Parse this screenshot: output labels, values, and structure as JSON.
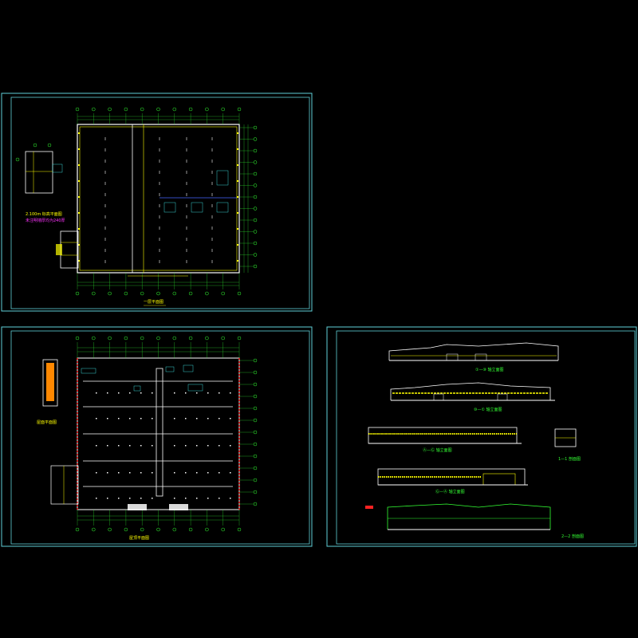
{
  "sheets": [
    {
      "id": "floor-plan-1",
      "drawings": [
        {
          "id": "main-plan",
          "caption": "一层平面图"
        },
        {
          "id": "side-plan",
          "caption": "2.100m 标高平面图"
        }
      ],
      "notes": [
        "未注明墙厚均为240厚"
      ]
    },
    {
      "id": "roof-plan",
      "drawings": [
        {
          "id": "main-roof",
          "caption": "屋顶平面图"
        },
        {
          "id": "side-roof",
          "caption": "屋面平面图"
        }
      ]
    },
    {
      "id": "elevations",
      "drawings": [
        {
          "id": "elev-1",
          "caption": "①—⑩ 轴立面图"
        },
        {
          "id": "elev-2",
          "caption": "⑩—① 轴立面图"
        },
        {
          "id": "elev-3",
          "caption": "Ⓐ—Ⓖ 轴立面图"
        },
        {
          "id": "elev-4",
          "caption": "Ⓖ—Ⓐ 轴立面图"
        },
        {
          "id": "section-small",
          "caption": "1—1 剖面图"
        },
        {
          "id": "section-long",
          "caption": "2—2 剖面图"
        }
      ]
    }
  ],
  "colors": {
    "background": "#000000",
    "frame": "#5fd0d8",
    "axis": "#33ff33",
    "wall": "#ffffff",
    "dim": "#33ff33",
    "accent": "#ffff00",
    "column": "#ffff00",
    "text_magenta": "#ff33ff",
    "highlight": "#ff8800",
    "red": "#ff2222",
    "blue": "#4466ff",
    "cyan_text": "#44ffff"
  }
}
